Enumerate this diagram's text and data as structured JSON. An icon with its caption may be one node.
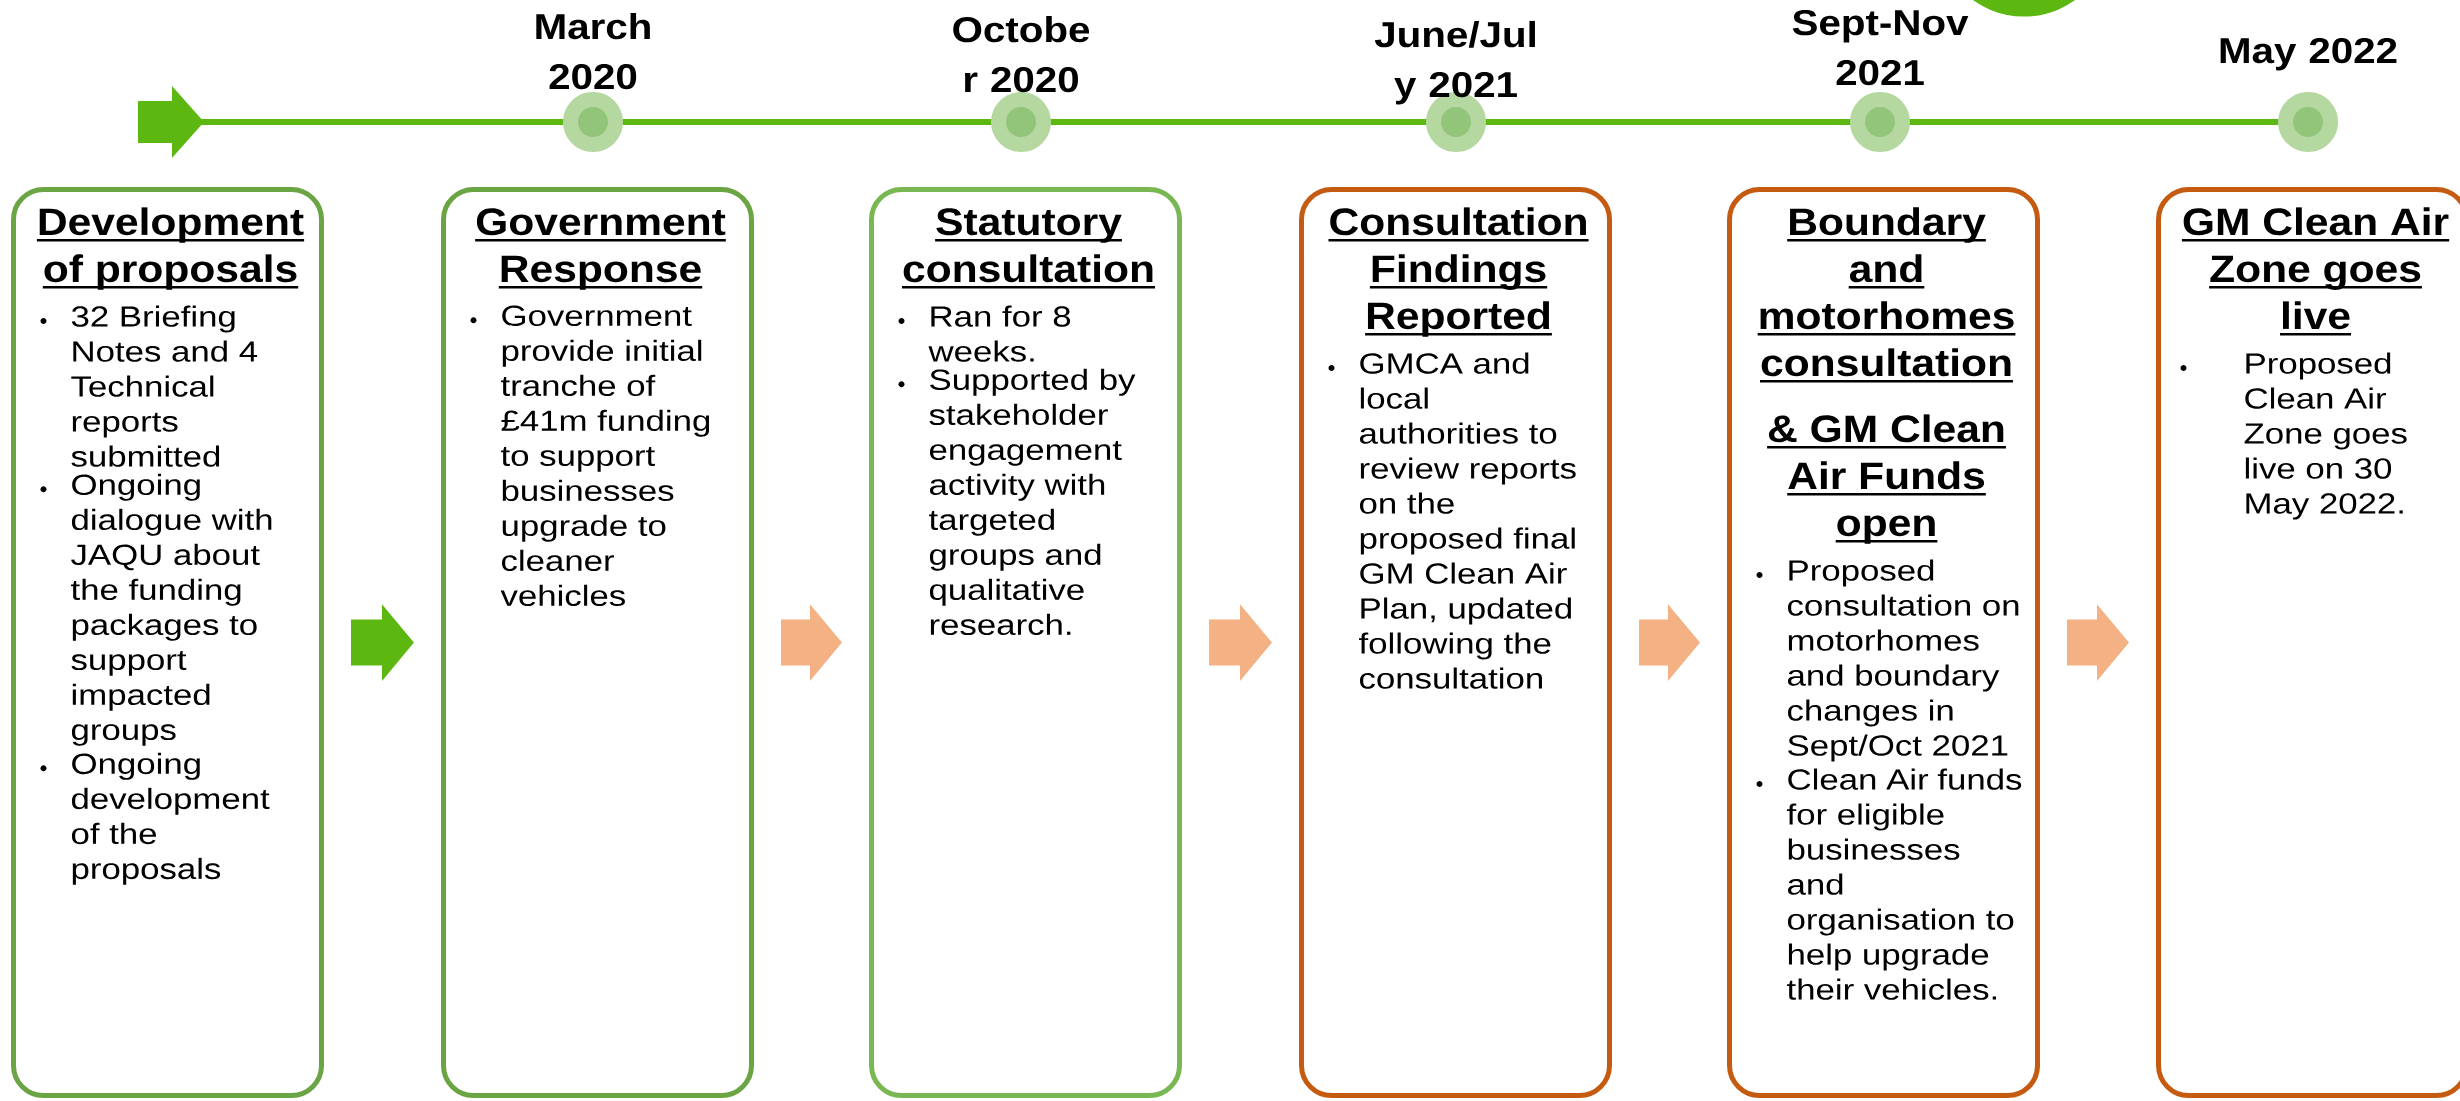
{
  "diagram": {
    "nodes": [
      {
        "text": [
          "Development of proposals",
          "32 Briefing Notes and 4 Technical reports submitted",
          "Ongoing dialogue with JAQU about the funding packages to support impacted groups",
          "Ongoing development of the proposals"
        ]
      },
      {
        "text": [
          "Government Response",
          "Government provide initial tranche of £41m funding to support businesses upgrade to cleaner vehicles"
        ]
      },
      {
        "text": [
          "Statutory consultation",
          "Ran for 8 weeks.",
          "Supported by stakeholder engagement activity with targeted groups and qualitative research."
        ]
      },
      {
        "text": [
          "Consultation Findings Reported",
          "GMCA and local authorities to review reports on the proposed final GM Clean Air Plan, updated following the consultation"
        ]
      },
      {
        "text": [
          "Boundary and motorhomes consultation",
          "& GM Clean Air Funds open",
          "Proposed consultation on motorhomes and boundary changes in Sept/Oct 2021",
          "Clean Air funds for eligible businesses and organisation to help upgrade their vehicles."
        ]
      },
      {
        "text": [
          "GM Clean Air Zone goes live",
          "Proposed Clean Air Zone goes live on 30 May 2022."
        ]
      }
    ],
    "edges": [
      {
        "from": 0,
        "to": 1,
        "arrow": "to",
        "color": "#5cb811"
      },
      {
        "from": 1,
        "to": 2,
        "arrow": "to"
      },
      {
        "from": 2,
        "to": 3,
        "arrow": "to"
      },
      {
        "from": 3,
        "to": 4,
        "arrow": "to"
      },
      {
        "from": 4,
        "to": 5,
        "arrow": "to"
      }
    ],
    "labels": [
      "March 2020",
      "Octobe r 2020",
      "June/Jul y 2021",
      "Sept-Nov 2021",
      "May 2022"
    ]
  }
}
